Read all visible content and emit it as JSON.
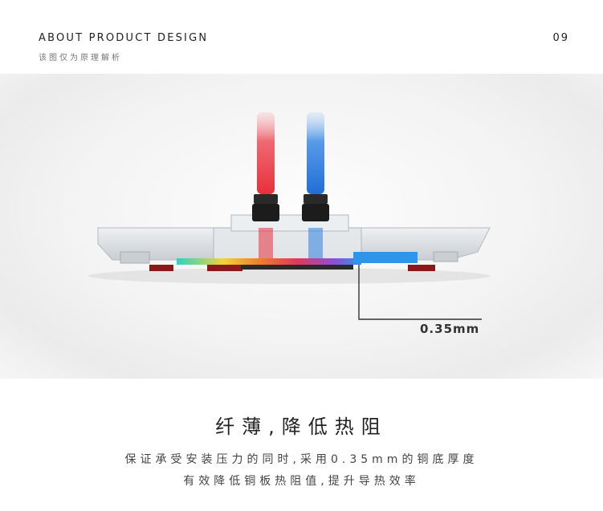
{
  "header": {
    "title": "ABOUT PRODUCT DESIGN",
    "subtitle": "该图仅为原理解析",
    "page_number": "09"
  },
  "illustration": {
    "measurement_label": "0.35mm",
    "colors": {
      "hot_tube": "#e8303a",
      "cold_tube": "#2e7fe0",
      "cold_plate": "#2f95e8",
      "fitting": "#1c1c1c",
      "acrylic": "#d9dde0"
    }
  },
  "content": {
    "headline": "纤薄,降低热阻",
    "description_line1": "保证承受安装压力的同时,采用0.35mm的铜底厚度",
    "description_line2": "有效降低铜板热阻值,提升导热效率"
  }
}
